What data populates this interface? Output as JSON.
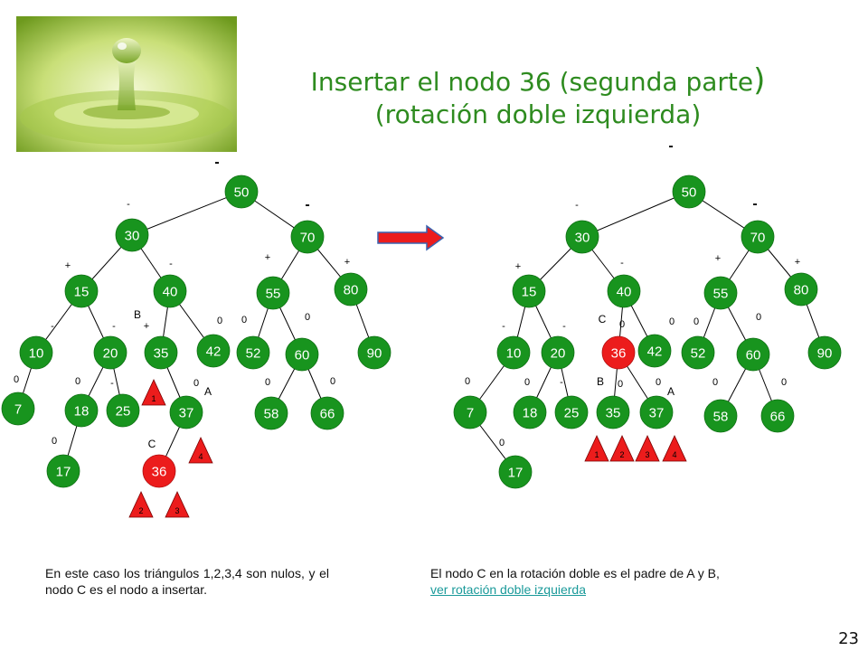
{
  "title": {
    "line1": "Insertar el nodo 36 (segunda parte",
    "paren": ")",
    "line2": "(rotación doble izquierda)"
  },
  "colors": {
    "node_green": "#18941e",
    "node_red": "#ec1c1c",
    "title": "#2e8b1f",
    "link": "#1a9a9a"
  },
  "left_tree": {
    "nodes": [
      "50",
      "30",
      "70",
      "15",
      "40",
      "55",
      "80",
      "10",
      "20",
      "35",
      "42",
      "52",
      "60",
      "90",
      "7",
      "18",
      "25",
      "37",
      "58",
      "66",
      "17",
      "36"
    ],
    "balance_marks": [
      "-",
      "-",
      "-",
      "+",
      "-",
      "+",
      "+",
      "-",
      "-",
      "+",
      "0",
      "0",
      "0",
      "0",
      "-",
      "0",
      "0",
      "0",
      "0",
      "0",
      "0"
    ],
    "node_labels": [
      "B",
      "A",
      "C"
    ],
    "triangles": [
      "1",
      "2",
      "3",
      "4"
    ]
  },
  "right_tree": {
    "nodes": [
      "50",
      "30",
      "70",
      "15",
      "40",
      "55",
      "80",
      "10",
      "20",
      "36",
      "42",
      "52",
      "60",
      "90",
      "7",
      "18",
      "25",
      "35",
      "37",
      "58",
      "66",
      "17"
    ],
    "balance_marks": [
      "-",
      "-",
      "-",
      "+",
      "-",
      "+",
      "+",
      "-",
      "-",
      "0",
      "0",
      "0",
      "0",
      "0",
      "-",
      "0",
      "0",
      "0",
      "0",
      "0",
      "0"
    ],
    "node_labels": [
      "C",
      "B",
      "A"
    ],
    "triangles": [
      "1",
      "2",
      "3",
      "4"
    ]
  },
  "caption_left": "En este caso los triángulos 1,2,3,4 son nulos, y el nodo C es el nodo a insertar.",
  "caption_right": {
    "text": "El nodo C  en la rotación doble es el padre de A y B, ",
    "link": "ver rotación doble izquierda"
  },
  "page_number": "23"
}
